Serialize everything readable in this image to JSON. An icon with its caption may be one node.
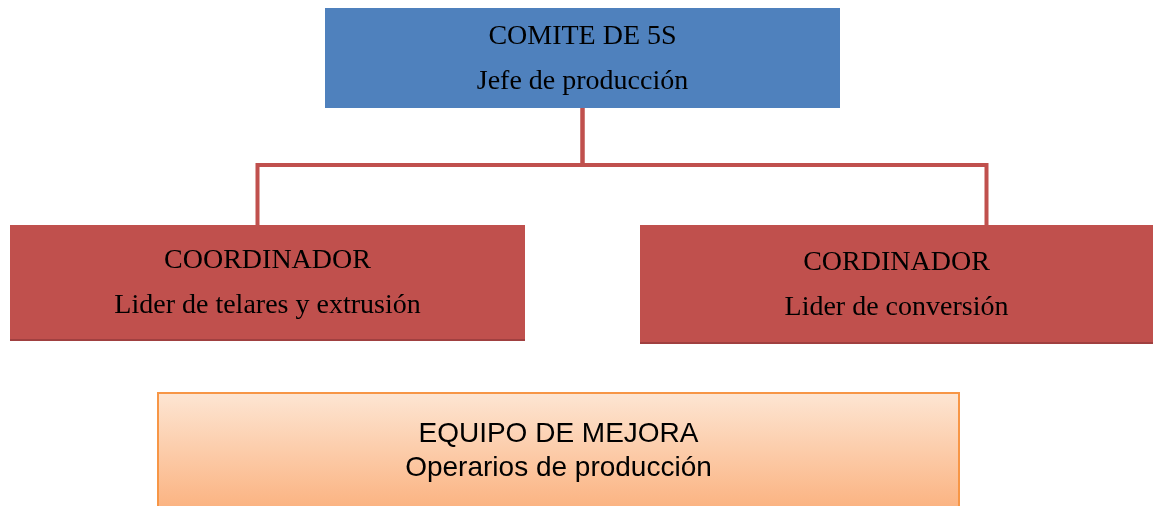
{
  "diagram": {
    "nodes": [
      {
        "text": [
          "COMITE DE 5S",
          "Jefe de producción"
        ]
      },
      {
        "text": [
          "COORDINADOR",
          "Lider de telares y extrusión"
        ]
      },
      {
        "text": [
          "CORDINADOR",
          "Lider de conversión"
        ]
      },
      {
        "text": [
          "EQUIPO DE MEJORA",
          "Operarios de producción"
        ]
      }
    ],
    "edges": [
      {
        "from": 0,
        "to": 1,
        "arrow": "none",
        "color": "#c0504d"
      },
      {
        "from": 0,
        "to": 2,
        "arrow": "none",
        "color": "#c0504d"
      }
    ]
  }
}
